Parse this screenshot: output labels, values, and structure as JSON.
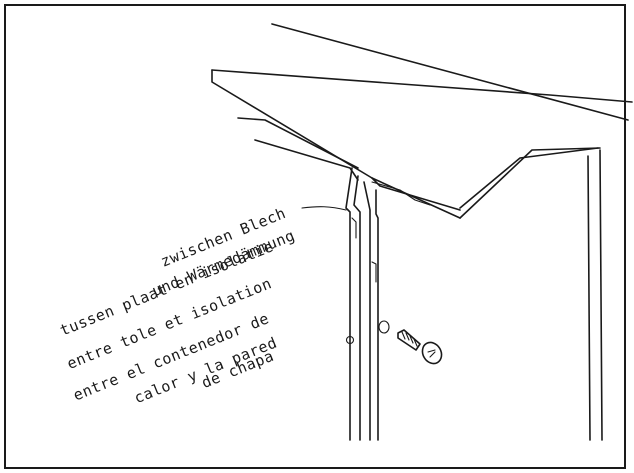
{
  "labels": {
    "de_line1": "zwischen Blech",
    "de_line2": "und Wärmedämmung",
    "nl": "tussen plaat en isolatie",
    "fr": "entre tole et isolation",
    "es_line1": "entre el contenedor de",
    "es_line2": "calor y la pared",
    "es_line3": "de chapa"
  },
  "icons": {
    "screw": "screw-icon"
  },
  "colors": {
    "ink": "#1a1a1a",
    "paper": "#ffffff"
  }
}
